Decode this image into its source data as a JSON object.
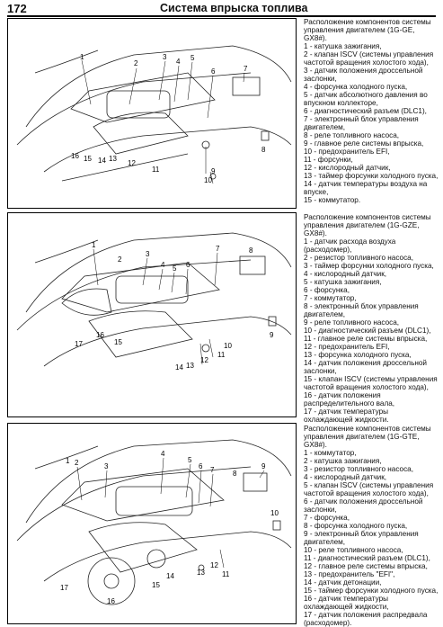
{
  "header": {
    "page_number": "172",
    "title": "Система впрыска топлива"
  },
  "sections": [
    {
      "heading": "Расположение компонентов системы управления двигателем (1G-GE, GX8#).",
      "items": [
        "1 - катушка зажигания,",
        "2 - клапан ISCV (системы управления частотой вращения холостого хода),",
        "3 - датчик положения дроссельной заслонки,",
        "4 - форсунка холодного пуска,",
        "5 - датчик абсолютного давления во впускном коллекторе,",
        "6 - диагностический разъем (DLC1),",
        "7 - электронный блок управления двигателем,",
        "8 - реле топливного насоса,",
        "9 - главное реле системы впрыска,",
        "10 - предохранитель EFI,",
        "11 - форсунки,",
        "12 - кислородный датчик,",
        "13 - таймер форсунки холодного пуска,",
        "14 - датчик температуры воздуха на впуске,",
        "15 - коммутатор."
      ],
      "callouts": [
        "1",
        "2",
        "3",
        "4",
        "5",
        "6",
        "7",
        "8",
        "9",
        "10",
        "11",
        "12",
        "13",
        "14",
        "15",
        "16"
      ]
    },
    {
      "heading": "Расположение компонентов системы управления двигателем (1G-GZE, GX8#).",
      "items": [
        "1 - датчик расхода воздуха (расходомер),",
        "2 - резистор топливного насоса,",
        "3 - таймер форсунки холодного пуска,",
        "4 - кислородный датчик,",
        "5 - катушка зажигания,",
        "6 - форсунка,",
        "7 - коммутатор,",
        "8 - электронный блок управления двигателем,",
        "9 - реле топливного насоса,",
        "10 - диагностический разъем (DLC1),",
        "11 - главное реле системы впрыска,",
        "12 - предохранитель EFI,",
        "13 - форсунка холодного пуска,",
        "14 - датчик положения дроссельной заслонки,",
        "15 - клапан ISCV (системы управления частотой вращения холостого хода),",
        "16 - датчик положения распределительного вала,",
        "17 - датчик температуры охлаждающей жидкости."
      ],
      "callouts": [
        "1",
        "2",
        "3",
        "4",
        "5",
        "6",
        "7",
        "8",
        "9",
        "10",
        "11",
        "12",
        "13",
        "14",
        "15",
        "16",
        "17"
      ]
    },
    {
      "heading": "Расположение компонентов системы управления двигателем (1G-GTE, GX8#).",
      "items": [
        "1 - коммутатор,",
        "2 - катушка зажигания,",
        "3 - резистор топливного насоса,",
        "4 - кислородный датчик,",
        "5 - клапан ISCV (системы управления частотой вращения холостого хода),",
        "6 - датчик положения дроссельной заслонки,",
        "7 - форсунка,",
        "8 - форсунка холодного пуска,",
        "9 - электронный блок управления двигателем,",
        "10 - реле топливного насоса,",
        "11 - диагностический разъем (DLC1),",
        "12 - главное реле системы впрыска,",
        "13 - предохранитель \"EFI\",",
        "14 - датчик детонации,",
        "15 - таймер форсунки холодного пуска,",
        "16 - датчик температуры охлаждающей жидкости,",
        "17 - датчик положения распредвала (расходомер)."
      ],
      "callouts": [
        "1",
        "2",
        "3",
        "4",
        "5",
        "6",
        "7",
        "8",
        "9",
        "10",
        "11",
        "12",
        "13",
        "14",
        "15",
        "16",
        "17"
      ]
    }
  ]
}
